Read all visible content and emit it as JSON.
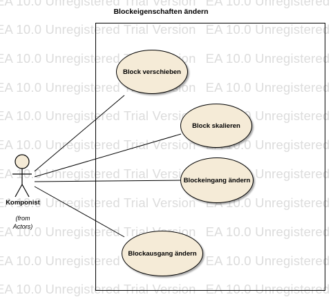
{
  "diagram": {
    "title": "Blockeigenschaften ändern",
    "watermark_text": "EA 10.0 Unregistered Trial Version",
    "actor": {
      "name": "Komponist",
      "from_line1": "(from",
      "from_line2": "Actors)"
    },
    "use_cases": [
      {
        "label": "Block verschieben"
      },
      {
        "label": "Block skalieren"
      },
      {
        "label": "Blockeingang ändern"
      },
      {
        "label": "Blockausgang ändern"
      }
    ],
    "colors": {
      "use_case_fill": "#f5ebd7",
      "actor_head_fill": "#f5ebd7",
      "watermark": "#dcdcdc",
      "lines": "#000000"
    }
  }
}
